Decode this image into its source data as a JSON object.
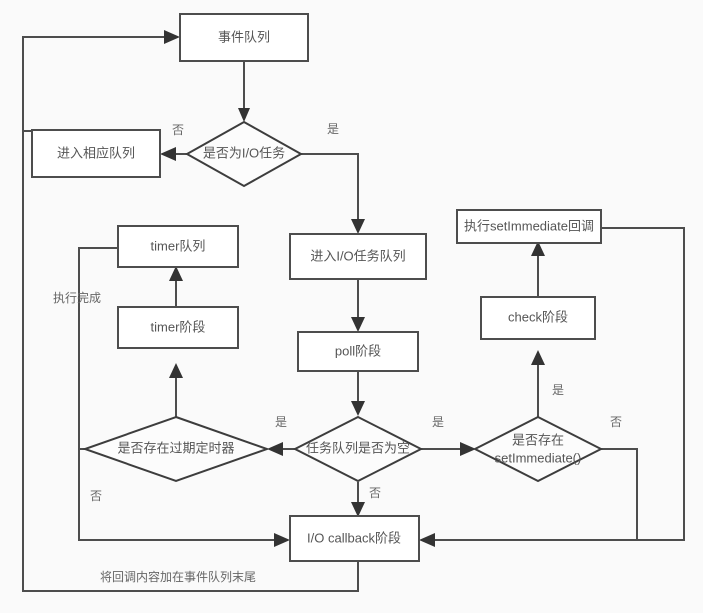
{
  "diagram": {
    "title": "Node.js Event Loop Flowchart",
    "background_color": "#fafafa",
    "box_fill": "#ffffff",
    "box_stroke": "#4d4d4d",
    "text_color": "#555555",
    "nodes": [
      {
        "id": "event-queue",
        "shape": "box",
        "label": "事件队列"
      },
      {
        "id": "is-io-task",
        "shape": "diamond",
        "label": "是否为I/O任务"
      },
      {
        "id": "enter-matching-queue",
        "shape": "box",
        "label": "进入相应队列"
      },
      {
        "id": "enter-io-queue",
        "shape": "box",
        "label": "进入I/O任务队列"
      },
      {
        "id": "poll-phase",
        "shape": "box",
        "label": "poll阶段"
      },
      {
        "id": "timer-queue",
        "shape": "box",
        "label": "timer队列"
      },
      {
        "id": "timer-phase",
        "shape": "box",
        "label": "timer阶段"
      },
      {
        "id": "exec-setimmediate-callback",
        "shape": "box",
        "label": "执行setImmediate回调"
      },
      {
        "id": "check-phase",
        "shape": "box",
        "label": "check阶段"
      },
      {
        "id": "has-expired-timer",
        "shape": "diamond",
        "label": "是否存在过期定时器"
      },
      {
        "id": "task-queue-empty",
        "shape": "diamond",
        "label": "任务队列是否为空"
      },
      {
        "id": "has-setimmediate",
        "shape": "diamond",
        "label_line1": "是否存在",
        "label_line2": "setImmediate()"
      },
      {
        "id": "io-callback-phase",
        "shape": "box",
        "label": "I/O callback阶段"
      }
    ],
    "edge_labels": {
      "io_task_no": "否",
      "io_task_yes": "是",
      "timer_done": "执行完成",
      "expired_timer_yes": "是",
      "expired_timer_no": "否",
      "task_queue_empty_yes": "是",
      "task_queue_empty_no": "否",
      "setimmediate_yes": "是",
      "setimmediate_no": "否",
      "append_to_event_queue": "将回调内容加在事件队列末尾"
    }
  }
}
